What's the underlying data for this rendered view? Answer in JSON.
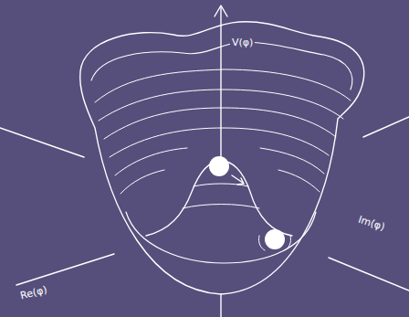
{
  "diagram": {
    "labels": [
      "V(φ)",
      "Re(φ)",
      "Im(φ)"
    ]
  }
}
